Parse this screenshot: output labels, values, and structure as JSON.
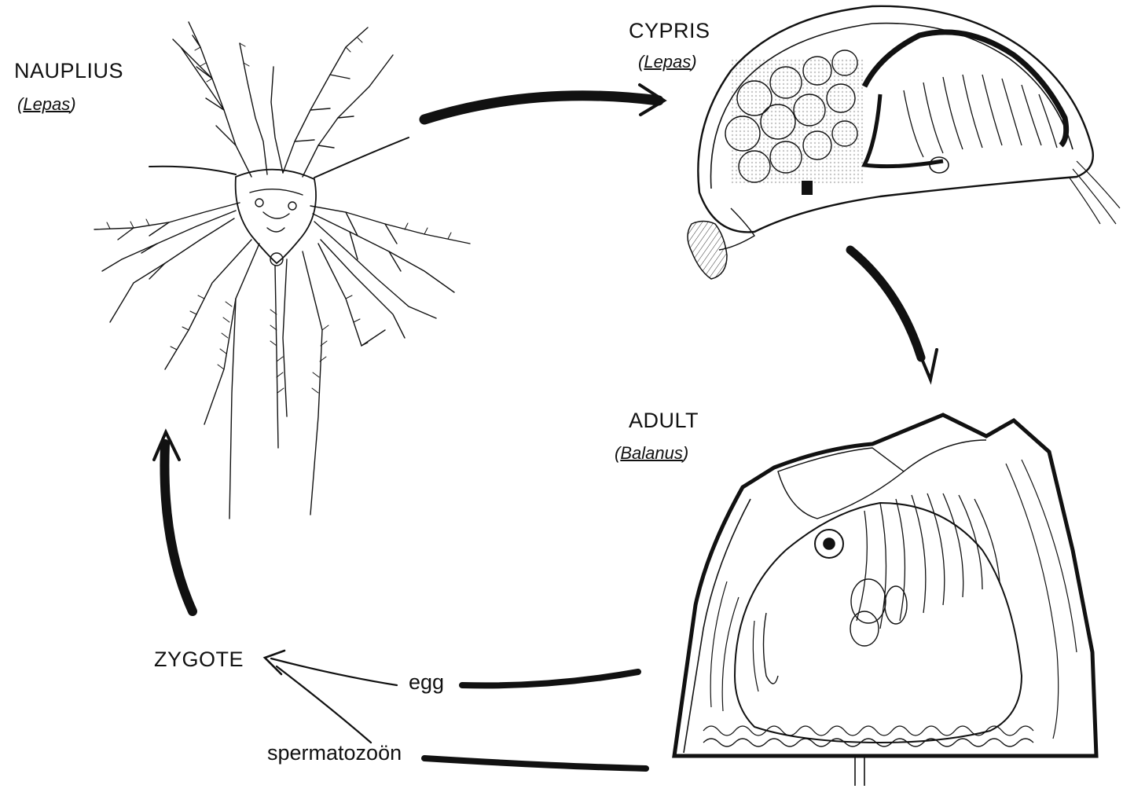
{
  "diagram": {
    "stages": {
      "nauplius": {
        "name": "NAUPLIUS",
        "genus": "Lepas"
      },
      "cypris": {
        "name": "CYPRIS",
        "genus": "Lepas"
      },
      "adult": {
        "name": "ADULT",
        "genus": "Balanus"
      },
      "zygote": {
        "name": "ZYGOTE"
      }
    },
    "arrow_labels": {
      "egg": "egg",
      "sperm": "spermatozoön"
    },
    "colors": {
      "ink": "#111111",
      "paper": "#ffffff",
      "shade": "#555555"
    }
  }
}
